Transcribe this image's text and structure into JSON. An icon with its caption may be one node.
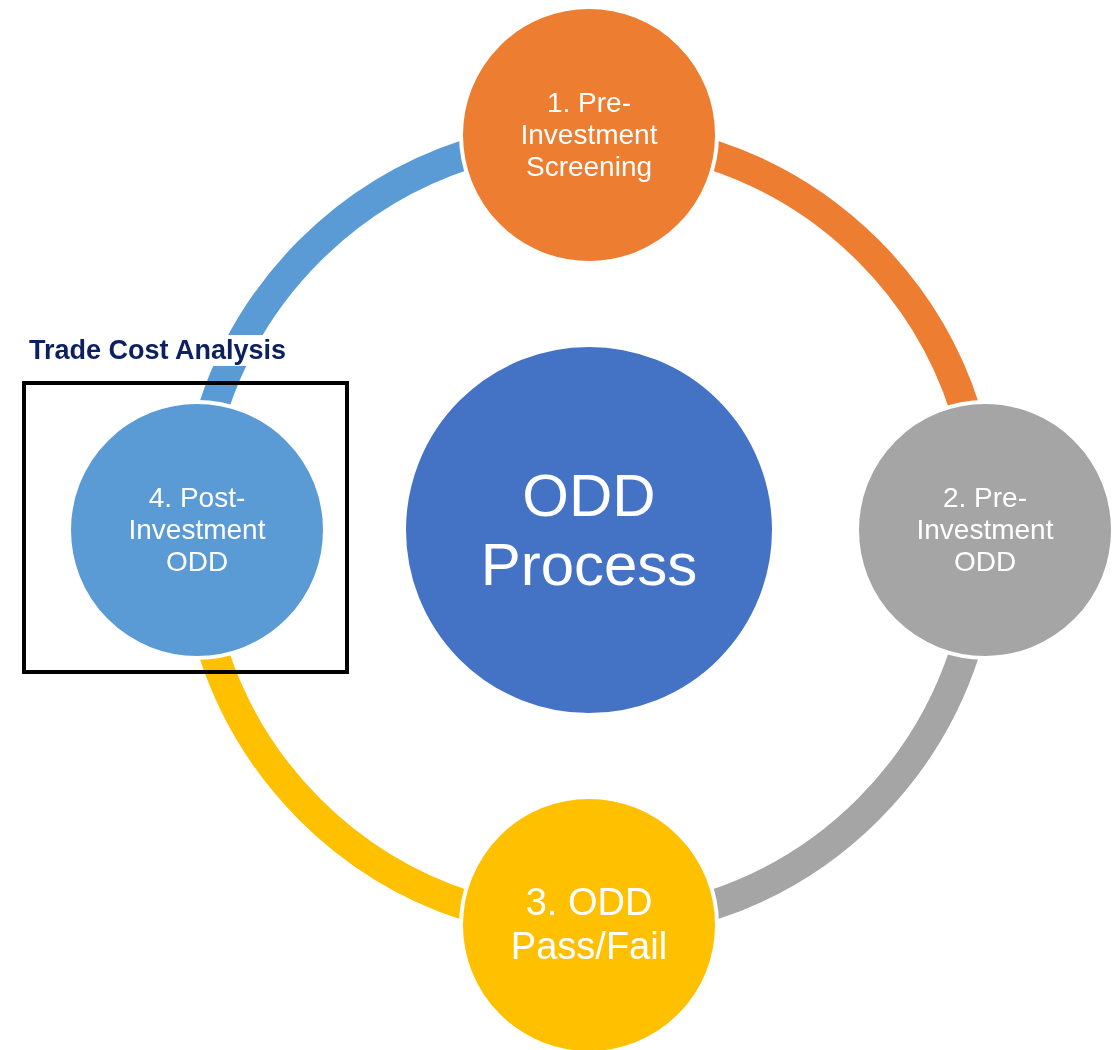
{
  "diagram": {
    "nodes": [
      {
        "text": [
          "1. Pre-Investment Screening"
        ]
      },
      {
        "text": [
          "2. Pre-Investment ODD"
        ]
      },
      {
        "text": [
          "3. ODD Pass/Fail"
        ]
      },
      {
        "text": [
          "Trade Cost Analysis"
        ]
      },
      {
        "text": [
          "4. Post-Investment ODD"
        ],
        "in": 3
      },
      {
        "text": [
          "ODD Process"
        ]
      }
    ],
    "edges": [
      {
        "from": 0,
        "to": 1,
        "arrow": "none",
        "color": "#ed7d31"
      },
      {
        "from": 1,
        "to": 2,
        "arrow": "none",
        "color": "#a5a5a5"
      },
      {
        "from": 2,
        "to": 4,
        "arrow": "none",
        "color": "#ffc000"
      },
      {
        "from": 4,
        "to": 0,
        "arrow": "none",
        "color": "#5b9bd5"
      }
    ]
  }
}
